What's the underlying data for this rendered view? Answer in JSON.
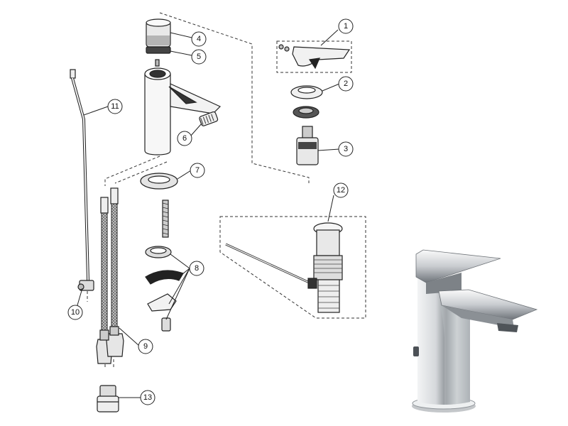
{
  "callouts": [
    {
      "id": "1",
      "label": "1"
    },
    {
      "id": "2",
      "label": "2"
    },
    {
      "id": "3",
      "label": "3"
    },
    {
      "id": "4",
      "label": "4"
    },
    {
      "id": "5",
      "label": "5"
    },
    {
      "id": "6",
      "label": "6"
    },
    {
      "id": "7",
      "label": "7"
    },
    {
      "id": "8",
      "label": "8"
    },
    {
      "id": "9",
      "label": "9"
    },
    {
      "id": "10",
      "label": "10"
    },
    {
      "id": "11",
      "label": "11"
    },
    {
      "id": "12",
      "label": "12"
    },
    {
      "id": "13",
      "label": "13"
    }
  ],
  "colors": {
    "line": "#222222",
    "chrome_light": "#e8eaec",
    "chrome_mid": "#b9bdc1",
    "chrome_dark": "#5d6166",
    "braid": "#9a9a9a",
    "background": "#ffffff"
  }
}
